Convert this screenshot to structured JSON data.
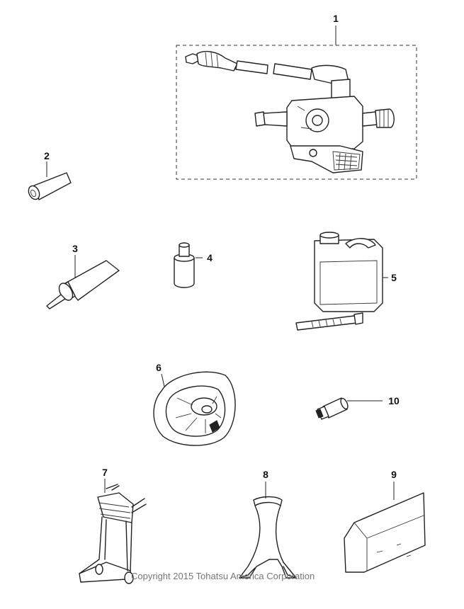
{
  "diagram": {
    "callouts": [
      {
        "id": "fuel-hose-assembly",
        "number": "1"
      },
      {
        "id": "small-tube",
        "number": "2"
      },
      {
        "id": "grease-tube",
        "number": "3"
      },
      {
        "id": "oil-bottle",
        "number": "4"
      },
      {
        "id": "oil-jug",
        "number": "5"
      },
      {
        "id": "flywheel-pulley",
        "number": "6"
      },
      {
        "id": "motor-cart",
        "number": "7"
      },
      {
        "id": "motor-stand",
        "number": "8"
      },
      {
        "id": "motor-cover",
        "number": "9"
      },
      {
        "id": "small-fitting",
        "number": "10"
      }
    ],
    "copyright": "Copyright 2015 Tohatsu America Corporation"
  }
}
